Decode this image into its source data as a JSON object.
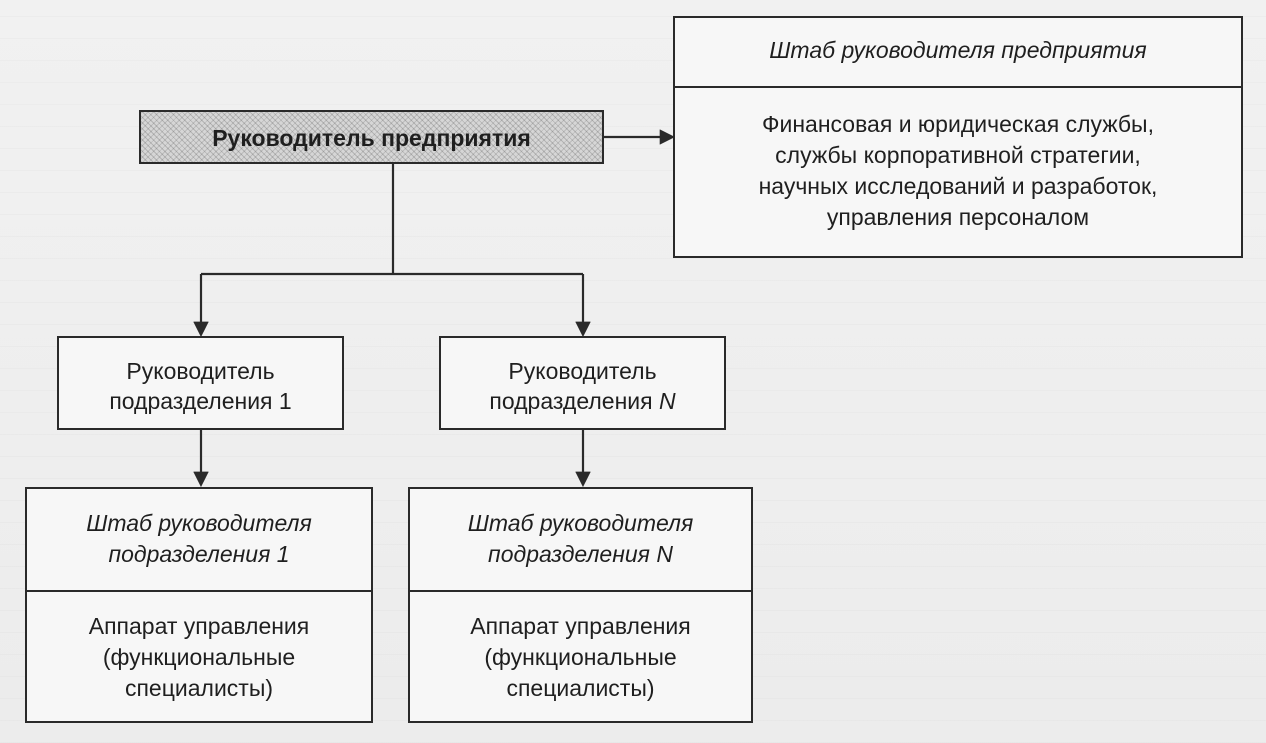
{
  "diagram": {
    "head": {
      "label": "Руководитель предприятия"
    },
    "head_staff": {
      "title": "Штаб руководителя предприятия",
      "body": "Финансовая и юридическая службы,\nслужбы корпоративной стратегии,\nнаучных исследований и разработок,\nуправления персоналом"
    },
    "division_1": {
      "label": "Руководитель\nподразделения 1"
    },
    "division_n": {
      "label_prefix": "Руководитель\nподразделения ",
      "label_var": "N"
    },
    "division_1_staff": {
      "title": "Штаб руководителя\nподразделения 1",
      "body": "Аппарат управления\n(функциональные\nспециалисты)"
    },
    "division_n_staff": {
      "title": "Штаб руководителя\nподразделения N",
      "body": "Аппарат управления\n(функциональные\nспециалисты)"
    }
  }
}
